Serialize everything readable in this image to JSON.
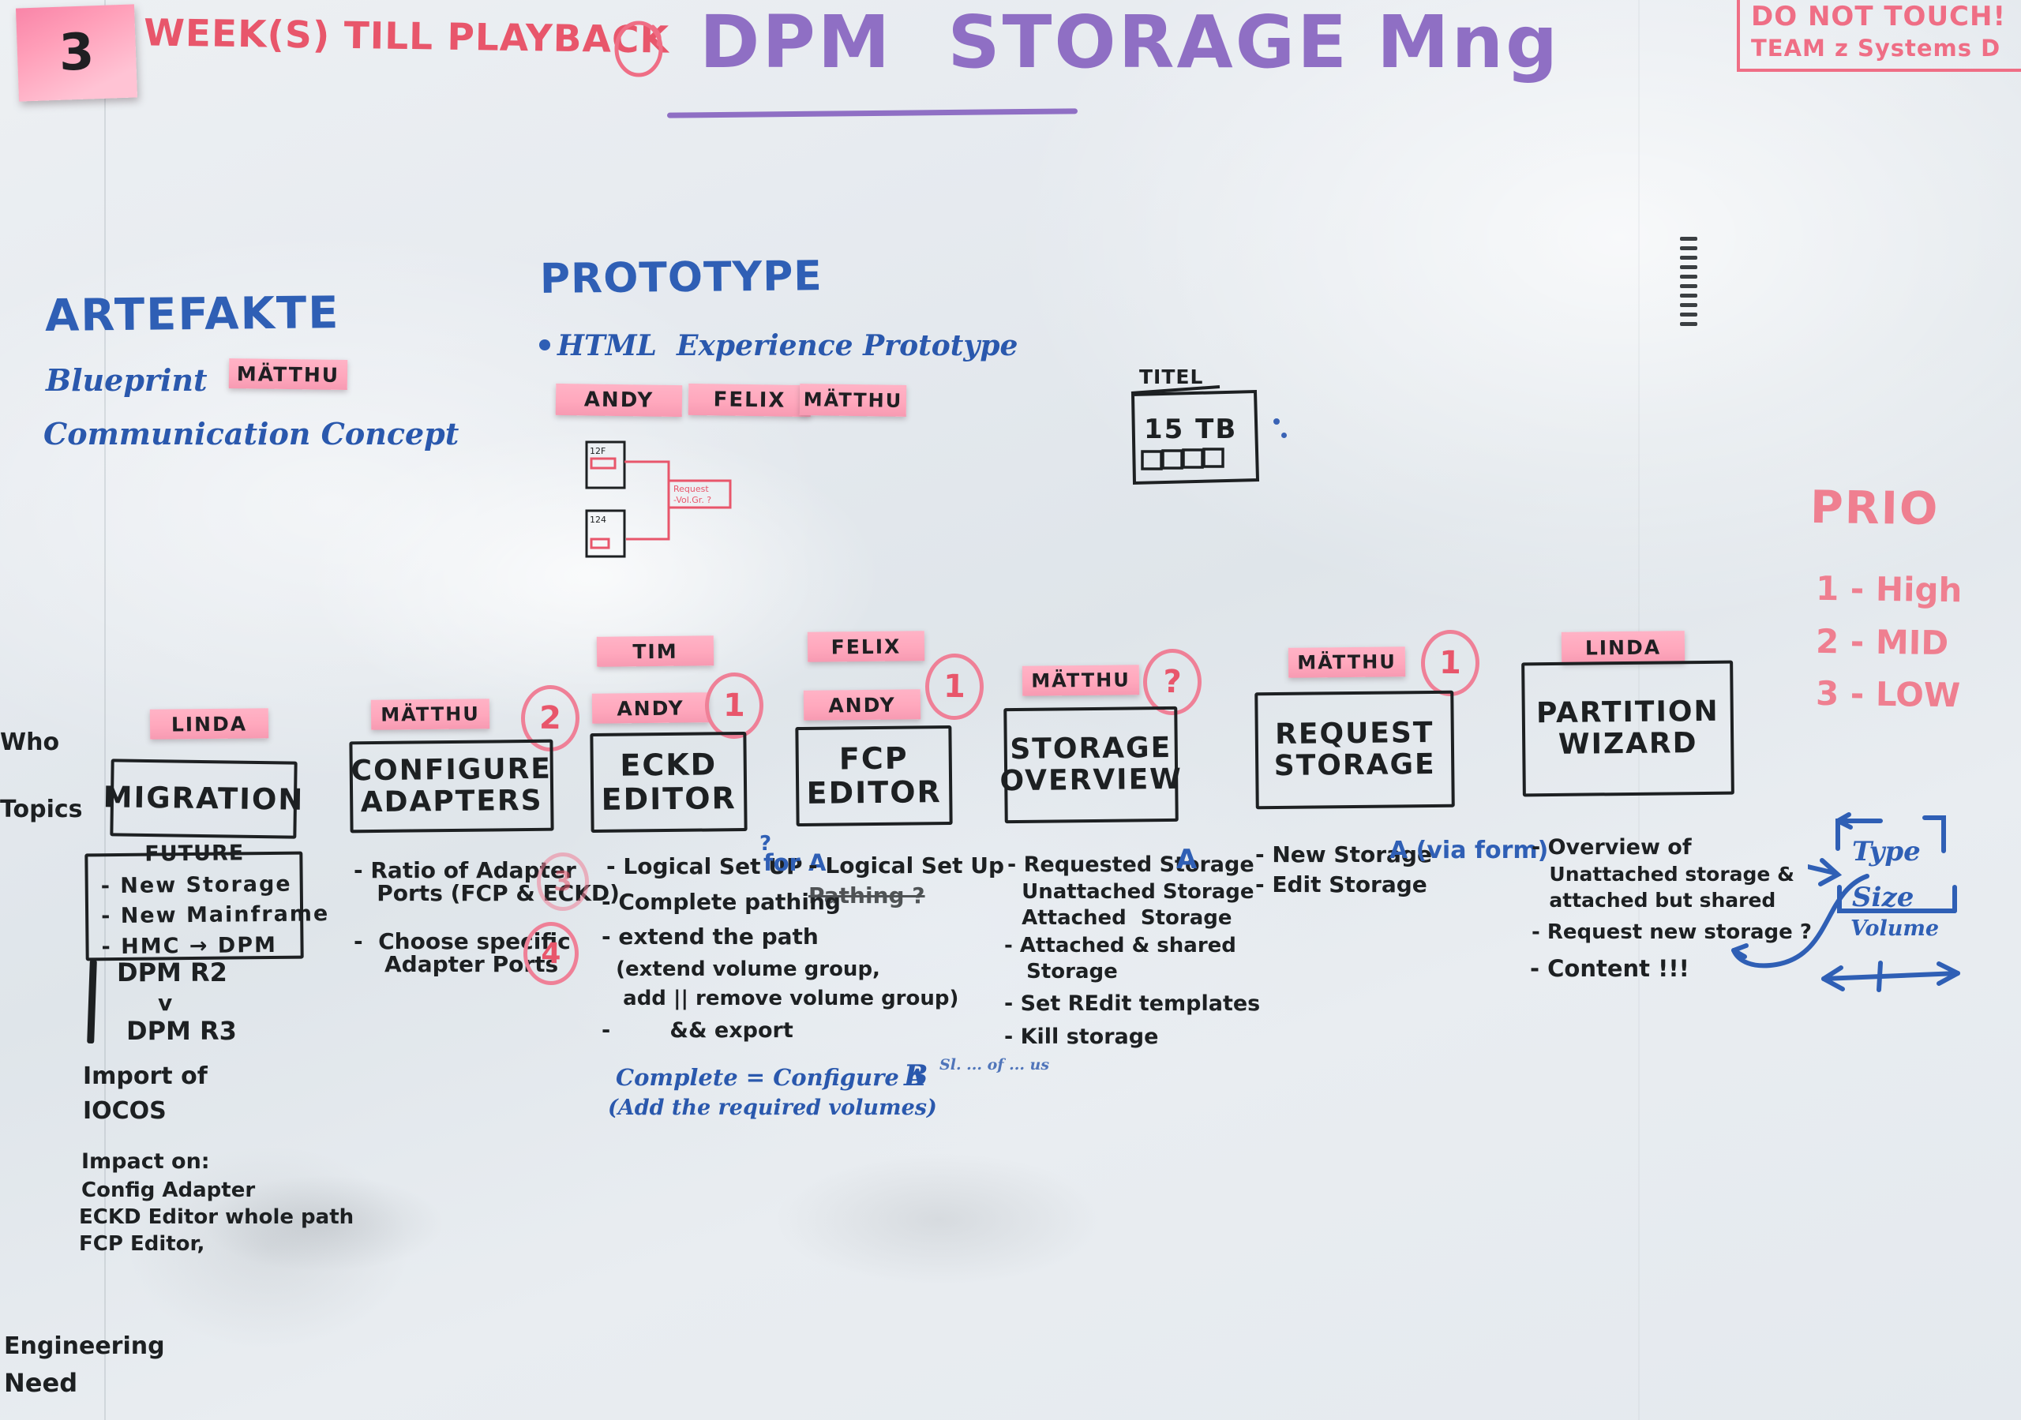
{
  "board": {
    "title": "DPM  STORAGE Mng",
    "countdown_note": "3",
    "countdown_text": "WEEK(S) TILL PLAYBACK",
    "do_not_touch": {
      "line1": "DO NOT TOUCH!",
      "line2": "TEAM z Systems D"
    },
    "axis_labels": {
      "who": "Who",
      "topics": "Topics",
      "engineering_need_line1": "Engineering",
      "engineering_need_line2": "Need"
    }
  },
  "artefakte": {
    "heading": "ARTEFAKTE",
    "items": [
      "Blueprint",
      "Communication Concept"
    ],
    "owner": "MÄTTHU"
  },
  "prototype": {
    "heading": "PROTOTYPE",
    "bullet": "HTML  Experience Prototype",
    "owners": [
      "ANDY",
      "FELIX",
      "MÄTTHU"
    ],
    "sketch": {
      "screen1": "12F",
      "screen2": "124",
      "callout": "Request\n-Vol.Gr. ?"
    }
  },
  "titel_sketch": {
    "label": "TITEL",
    "value": "15 TB"
  },
  "prio_legend": {
    "heading": "PRIO",
    "items": [
      "1 - High",
      "2 - MID",
      "3 - LOW"
    ]
  },
  "volume_sketch": {
    "type": "Type",
    "size": "Size",
    "volume": "Volume"
  },
  "columns": [
    {
      "owner": "LINDA",
      "prio": "",
      "title": [
        "MIGRATION"
      ],
      "subbox_title": "FUTURE",
      "subbox_items": [
        "- New Storage",
        "- New Mainframe",
        "- HMC → DPM"
      ],
      "notes": [
        "DPM R2",
        "v",
        "DPM R3"
      ],
      "extra": [
        "Import of",
        "IOCOS"
      ],
      "impact_heading": "Impact on:",
      "impact_items": [
        "Config Adapter",
        "ECKD Editor whole path",
        "FCP Editor,"
      ]
    },
    {
      "owner": "MÄTTHU",
      "prio": "2",
      "title": [
        "CONFIGURE",
        "ADAPTERS"
      ],
      "items": [
        "- Ratio of Adapter\n   Ports (FCP & ECKD)",
        "-  Choose specific\n    Adapter Ports"
      ],
      "item_prios": [
        "3",
        "4"
      ]
    },
    {
      "owner_top": "TIM",
      "owner": "ANDY",
      "prio": "1",
      "title": [
        "ECKD",
        "EDITOR"
      ],
      "items": [
        "- Logical Set UP",
        "- Complete pathing",
        "- extend the path",
        "  (extend volume group,",
        "   add || remove volume group)",
        "-        && export"
      ],
      "annotation_blue": "for A",
      "annotation_mark": "?"
    },
    {
      "owner_top": "FELIX",
      "owner": "ANDY",
      "prio": "1",
      "title": [
        "FCP",
        "EDITOR"
      ],
      "items": [
        "- Logical Set Up",
        "Pathing ?"
      ]
    },
    {
      "owner": "MÄTTHU",
      "prio": "?",
      "title": [
        "STORAGE",
        "OVERVIEW"
      ],
      "items": [
        "- Requested Storage",
        "  Unattached Storage",
        "  Attached  Storage",
        "- Attached & shared",
        "  Storage",
        "- Set REdit templates",
        "- Kill storage"
      ],
      "annotation_blue": "A"
    },
    {
      "owner": "MÄTTHU",
      "prio": "1",
      "title": [
        "REQUEST",
        "STORAGE"
      ],
      "items": [
        "- New Storage",
        "- Edit Storage"
      ],
      "annotation_blue": "A (via form)"
    },
    {
      "owner": "LINDA",
      "prio": "",
      "title": [
        "PARTITION",
        "WIZARD"
      ],
      "items": [
        "- Overview of",
        "  Unattached storage &",
        "  attached but shared",
        "- Request new storage ?",
        "- Content !!!"
      ]
    }
  ],
  "footnotes": {
    "blue_note_line1": "Complete = Configure A",
    "blue_note_line2": "(Add the required volumes)",
    "b_mark": "B",
    "b_scribble": "Sl. ... of ... us"
  }
}
